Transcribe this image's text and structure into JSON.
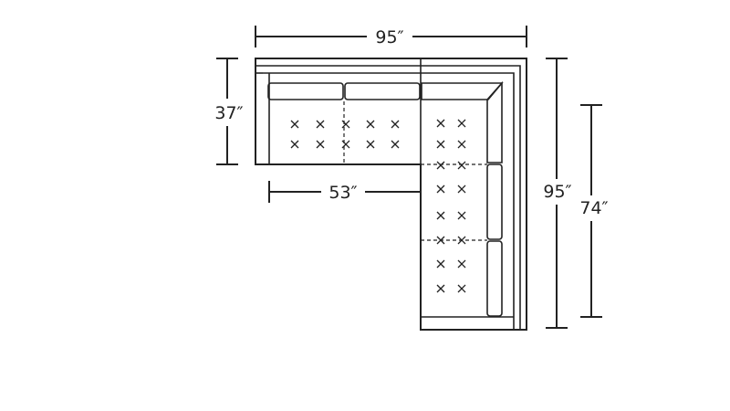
{
  "diagram": {
    "dimensions": {
      "top_width": "95″",
      "left_depth": "37″",
      "inner_width": "53″",
      "right_length": "95″",
      "inner_length": "74″"
    },
    "colors": {
      "line": "#222222",
      "background": "#ffffff"
    }
  }
}
